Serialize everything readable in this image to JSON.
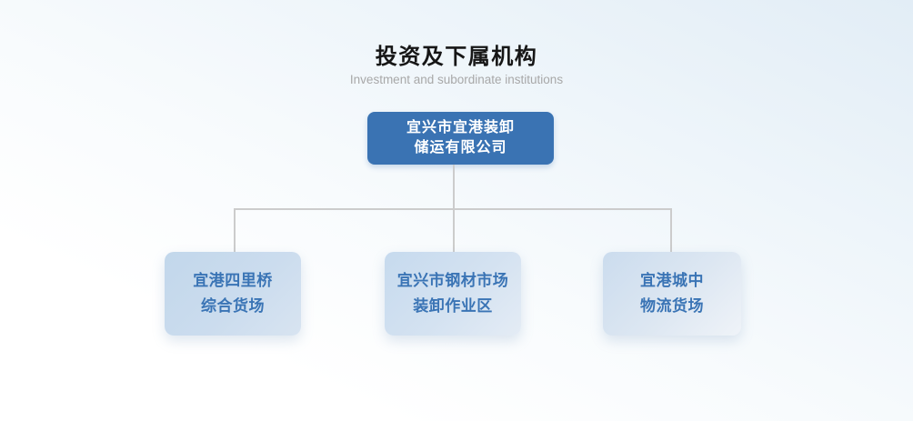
{
  "page": {
    "title": "投资及下属机构",
    "subtitle": "Investment and subordinate institutions"
  },
  "org_chart": {
    "root": {
      "label": "宜兴市宜港装卸\n储运有限公司"
    },
    "children": [
      {
        "label": "宜港四里桥\n综合货场"
      },
      {
        "label": "宜兴市钢材市场\n装卸作业区"
      },
      {
        "label": "宜港城中\n物流货场"
      }
    ],
    "colors": {
      "root_bg": "#3a73b3",
      "root_text": "#ffffff",
      "child_text": "#3a74b5",
      "connector": "#cccccc"
    }
  }
}
